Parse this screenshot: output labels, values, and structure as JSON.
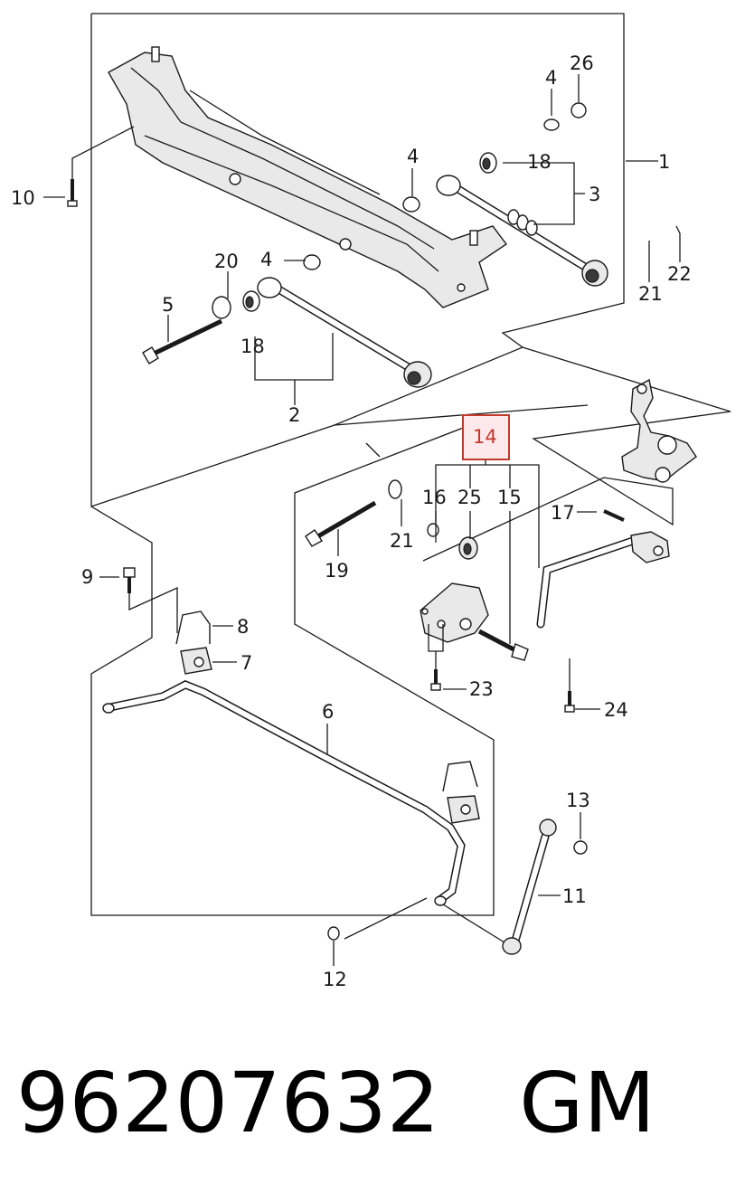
{
  "callouts": {
    "c1": "1",
    "c2": "2",
    "c3": "3",
    "c4a": "4",
    "c4b": "4",
    "c4c": "4",
    "c5": "5",
    "c6": "6",
    "c7": "7",
    "c8": "8",
    "c9": "9",
    "c10": "10",
    "c11": "11",
    "c12": "12",
    "c13": "13",
    "c14": "14",
    "c15": "15",
    "c16": "16",
    "c17": "17",
    "c18a": "18",
    "c18b": "18",
    "c19": "19",
    "c20": "20",
    "c21a": "21",
    "c21b": "21",
    "c22": "22",
    "c23": "23",
    "c24": "24",
    "c25": "25",
    "c26": "26"
  },
  "highlight": {
    "callout": "14",
    "color": "#c0392b",
    "fill": "#fde8ec"
  },
  "footer": {
    "part_number": "96207632",
    "brand": "GM"
  }
}
